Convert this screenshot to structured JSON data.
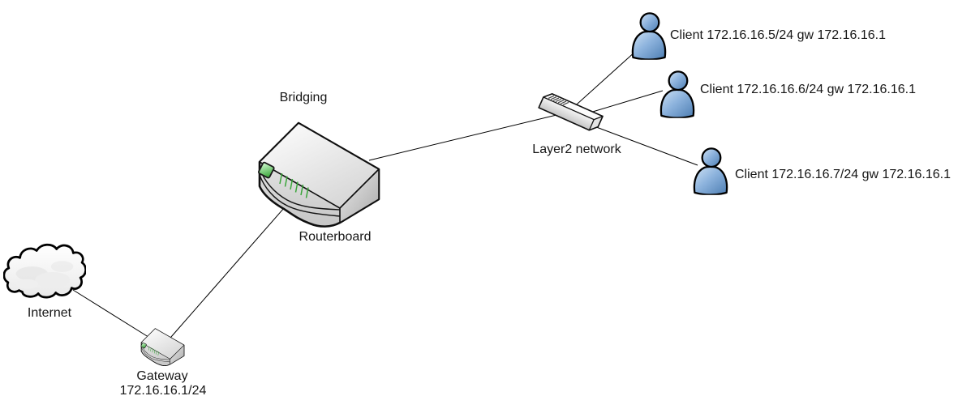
{
  "diagram": {
    "background": "#ffffff",
    "line_color": "#000000",
    "text_color": "#161616",
    "nodes": {
      "internet": {
        "label": "Internet",
        "icon": "cloud-icon"
      },
      "gateway": {
        "label": "Gateway",
        "ip": "172.16.16.1/24",
        "icon": "router-icon"
      },
      "routerboard": {
        "label": "Routerboard",
        "annotation": "Bridging",
        "icon": "router-icon"
      },
      "layer2": {
        "label": "Layer2 network",
        "icon": "switch-icon"
      },
      "clients": [
        {
          "label": "Client 172.16.16.5/24 gw 172.16.16.1",
          "icon": "person-icon"
        },
        {
          "label": "Client 172.16.16.6/24 gw 172.16.16.1",
          "icon": "person-icon"
        },
        {
          "label": "Client 172.16.16.7/24 gw 172.16.16.1",
          "icon": "person-icon"
        }
      ]
    },
    "edges": [
      "internet - gateway",
      "gateway - routerboard",
      "routerboard - layer2",
      "layer2 - client1",
      "layer2 - client2",
      "layer2 - client3"
    ],
    "colors": {
      "device_gray": "#e8e8e8",
      "led_green": "#4db34d",
      "person_blue": "#6e9dce"
    }
  }
}
